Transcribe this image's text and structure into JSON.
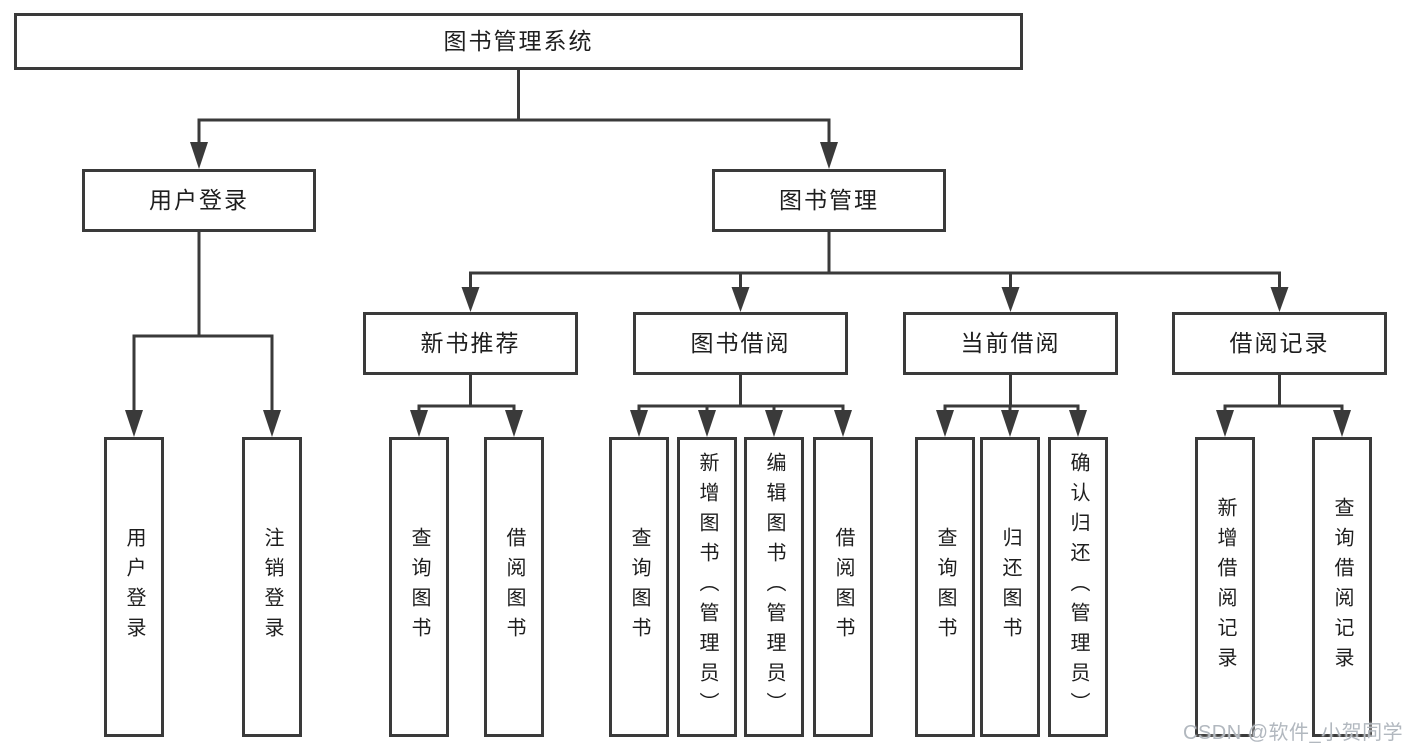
{
  "diagram_type": "hierarchy-tree",
  "colors": {
    "background": "#ffffff",
    "box_border": "#3a3a3a",
    "connector_line": "#3a3a3a",
    "text": "#1e1e1e",
    "watermark_text": "#b2b8bf"
  },
  "watermark": "CSDN @软件_小贺同学",
  "tree": {
    "label": "图书管理系统",
    "children": [
      {
        "label": "用户登录",
        "children": [
          {
            "label": "用户登录"
          },
          {
            "label": "注销登录"
          }
        ]
      },
      {
        "label": "图书管理",
        "children": [
          {
            "label": "新书推荐",
            "children": [
              {
                "label": "查询图书"
              },
              {
                "label": "借阅图书"
              }
            ]
          },
          {
            "label": "图书借阅",
            "children": [
              {
                "label": "查询图书"
              },
              {
                "label": "新增图书（管理员）"
              },
              {
                "label": "编辑图书（管理员）"
              },
              {
                "label": "借阅图书"
              }
            ]
          },
          {
            "label": "当前借阅",
            "children": [
              {
                "label": "查询图书"
              },
              {
                "label": "归还图书"
              },
              {
                "label": "确认归还（管理员）"
              }
            ]
          },
          {
            "label": "借阅记录",
            "children": [
              {
                "label": "新增借阅记录"
              },
              {
                "label": "查询借阅记录"
              }
            ]
          }
        ]
      }
    ]
  }
}
